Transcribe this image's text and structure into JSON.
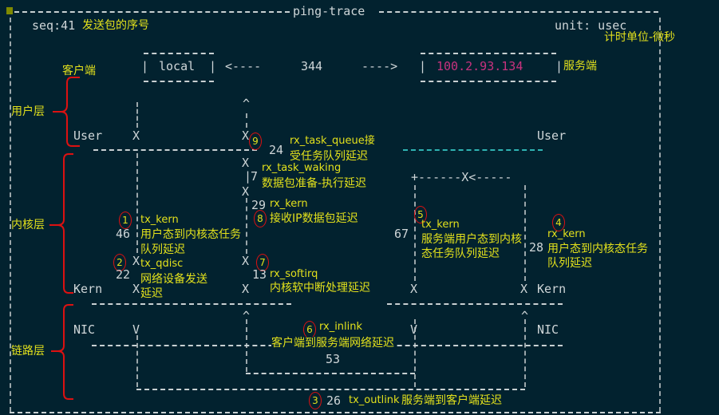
{
  "title": "ping-trace",
  "header": {
    "seq": "seq:41",
    "seq_note": "发送包的序号",
    "unit": "unit: usec",
    "unit_note": "计时单位-微秒"
  },
  "hosts": {
    "local": "local",
    "remote": "100.2.93.134",
    "client_label": "客户端",
    "server_label": "服务端",
    "arrow_left": "<----",
    "arrow_right": "---->",
    "rtt": "344",
    "remote_color": "#c8327e"
  },
  "layers": {
    "user": "用户层",
    "kernel": "内核层",
    "link": "链路层"
  },
  "rows": {
    "user": "User",
    "kern": "Kern",
    "nic": "NIC"
  },
  "marks": {
    "x": "X",
    "v": "V",
    "up": "^",
    "server_top": "+------X<-----"
  },
  "segments": [
    {
      "n": "1",
      "name": "tx_kern",
      "value": "46",
      "desc1": "用户态到内核态任务",
      "desc2": "队列延迟"
    },
    {
      "n": "2",
      "name": "tx_qdisc",
      "value": "22",
      "desc1": "网络设备发送",
      "desc2": "延迟"
    },
    {
      "n": "3",
      "value": "26",
      "name": "tx_outlink",
      "desc1": "服务端到客户端延迟"
    },
    {
      "n": "4",
      "name": "rx_kern",
      "value": "28",
      "desc1": "用户态到内核态任务",
      "desc2": "队列延迟"
    },
    {
      "n": "5",
      "name": "tx_kern",
      "value": "67",
      "desc1": "服务端用户态到内核",
      "desc2": "态任务队列延迟"
    },
    {
      "n": "6",
      "name": "rx_inlink",
      "value": "53",
      "desc1": "客户端到服务端网络延迟"
    },
    {
      "n": "7",
      "name": "rx_softirq",
      "value": "13",
      "desc1": "内核软中断处理延迟"
    },
    {
      "n": "8",
      "name": "rx_kern",
      "value": "29",
      "desc1": "接收IP数据包延迟"
    },
    {
      "n": "9",
      "name": "rx_task_queue接",
      "value": "24",
      "desc1": "受任务队列延迟"
    },
    {
      "name": "rx_task_waking",
      "value": "7",
      "desc1": "数据包准备-执行延迟"
    }
  ]
}
